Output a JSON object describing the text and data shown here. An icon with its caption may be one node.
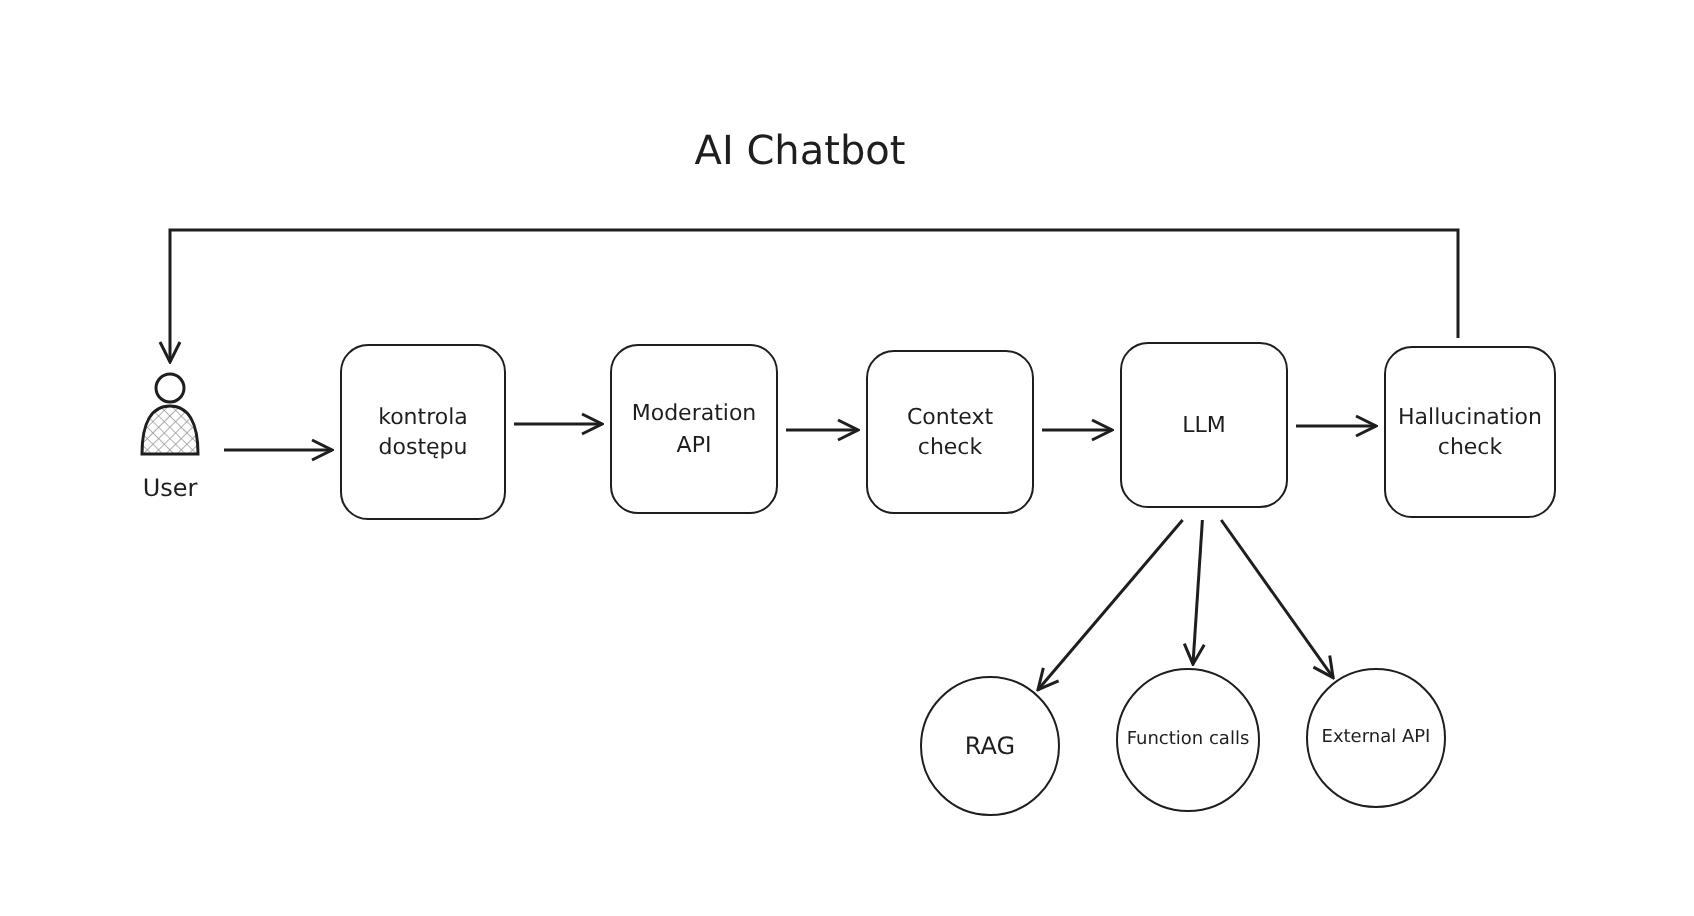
{
  "diagram": {
    "title": "AI Chatbot",
    "nodes": [
      {
        "text": [
          "User"
        ]
      },
      {
        "text": [
          "kontrola dostępu"
        ]
      },
      {
        "text": [
          "Moderation API"
        ]
      },
      {
        "text": [
          "Context check"
        ]
      },
      {
        "text": [
          "LLM"
        ]
      },
      {
        "text": [
          "Hallucination check"
        ]
      },
      {
        "text": [
          "RAG"
        ]
      },
      {
        "text": [
          "Function calls"
        ]
      },
      {
        "text": [
          "External API"
        ]
      }
    ],
    "edges": [
      {
        "from": 0,
        "to": 1,
        "arrow": "to"
      },
      {
        "from": 1,
        "to": 2,
        "arrow": "to"
      },
      {
        "from": 2,
        "to": 3,
        "arrow": "to"
      },
      {
        "from": 3,
        "to": 4,
        "arrow": "to"
      },
      {
        "from": 4,
        "to": 5,
        "arrow": "to"
      },
      {
        "from": 5,
        "to": 0,
        "arrow": "to"
      },
      {
        "from": 4,
        "to": 6,
        "arrow": "to"
      },
      {
        "from": 4,
        "to": 7,
        "arrow": "to"
      },
      {
        "from": 4,
        "to": 8,
        "arrow": "to"
      }
    ]
  }
}
